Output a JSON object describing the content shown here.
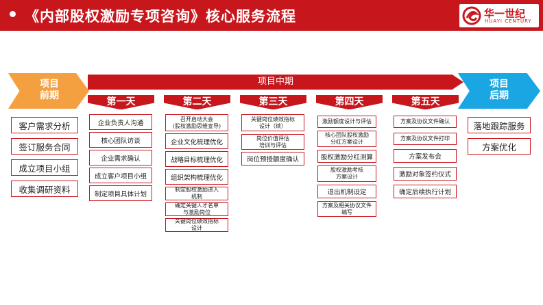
{
  "header": {
    "title": "《内部股权激励专项咨询》核心服务流程",
    "logo_cn": "华一世纪",
    "logo_en": "HUAYI CENTURY",
    "brand_color": "#c8161d"
  },
  "phases": {
    "pre": {
      "line1": "项目",
      "line2": "前期",
      "color": "#f5a040"
    },
    "mid": {
      "label": "项目中期",
      "color": "#c8161d"
    },
    "post": {
      "line1": "项目",
      "line2": "后期",
      "color": "#1aa6e2"
    }
  },
  "pre_items": [
    "客户需求分析",
    "签订服务合同",
    "成立项目小组",
    "收集调研资料"
  ],
  "post_items": [
    "落地跟踪服务",
    "方案优化"
  ],
  "days": [
    {
      "label": "第一天",
      "items": [
        "企业负责人沟通",
        "核心团队访谈",
        "企业需求确认",
        "成立客户项目小组",
        "制定项目具体计划"
      ]
    },
    {
      "label": "第二天",
      "items": [
        "召开启动大会\n(股权激励思维宣导)",
        "企业文化梳理优化",
        "战略目标梳理优化",
        "组织架构梳理优化",
        "制定股权激励进入\n机制",
        "确定关键人才名单\n与激励岗位",
        "关键岗位绩效指标\n设计"
      ]
    },
    {
      "label": "第三天",
      "items": [
        "关键岗位绩效指标\n设计（续）",
        "岗位价值评估\n培训与评估",
        "岗位预授额度确认"
      ]
    },
    {
      "label": "第四天",
      "items": [
        "激励额度设计与评估",
        "核心团队股权激励\n分红方案设计",
        "股权激励分红测算",
        "股权激励考核\n方案设计",
        "退出机制设定",
        "方案及相关协议文件\n编写"
      ]
    },
    {
      "label": "第五天",
      "items": [
        "方案及协议文件确认",
        "方案及协议文件打印",
        "方案发布会",
        "激励对象签约仪式",
        "确定后续执行计划"
      ]
    }
  ]
}
